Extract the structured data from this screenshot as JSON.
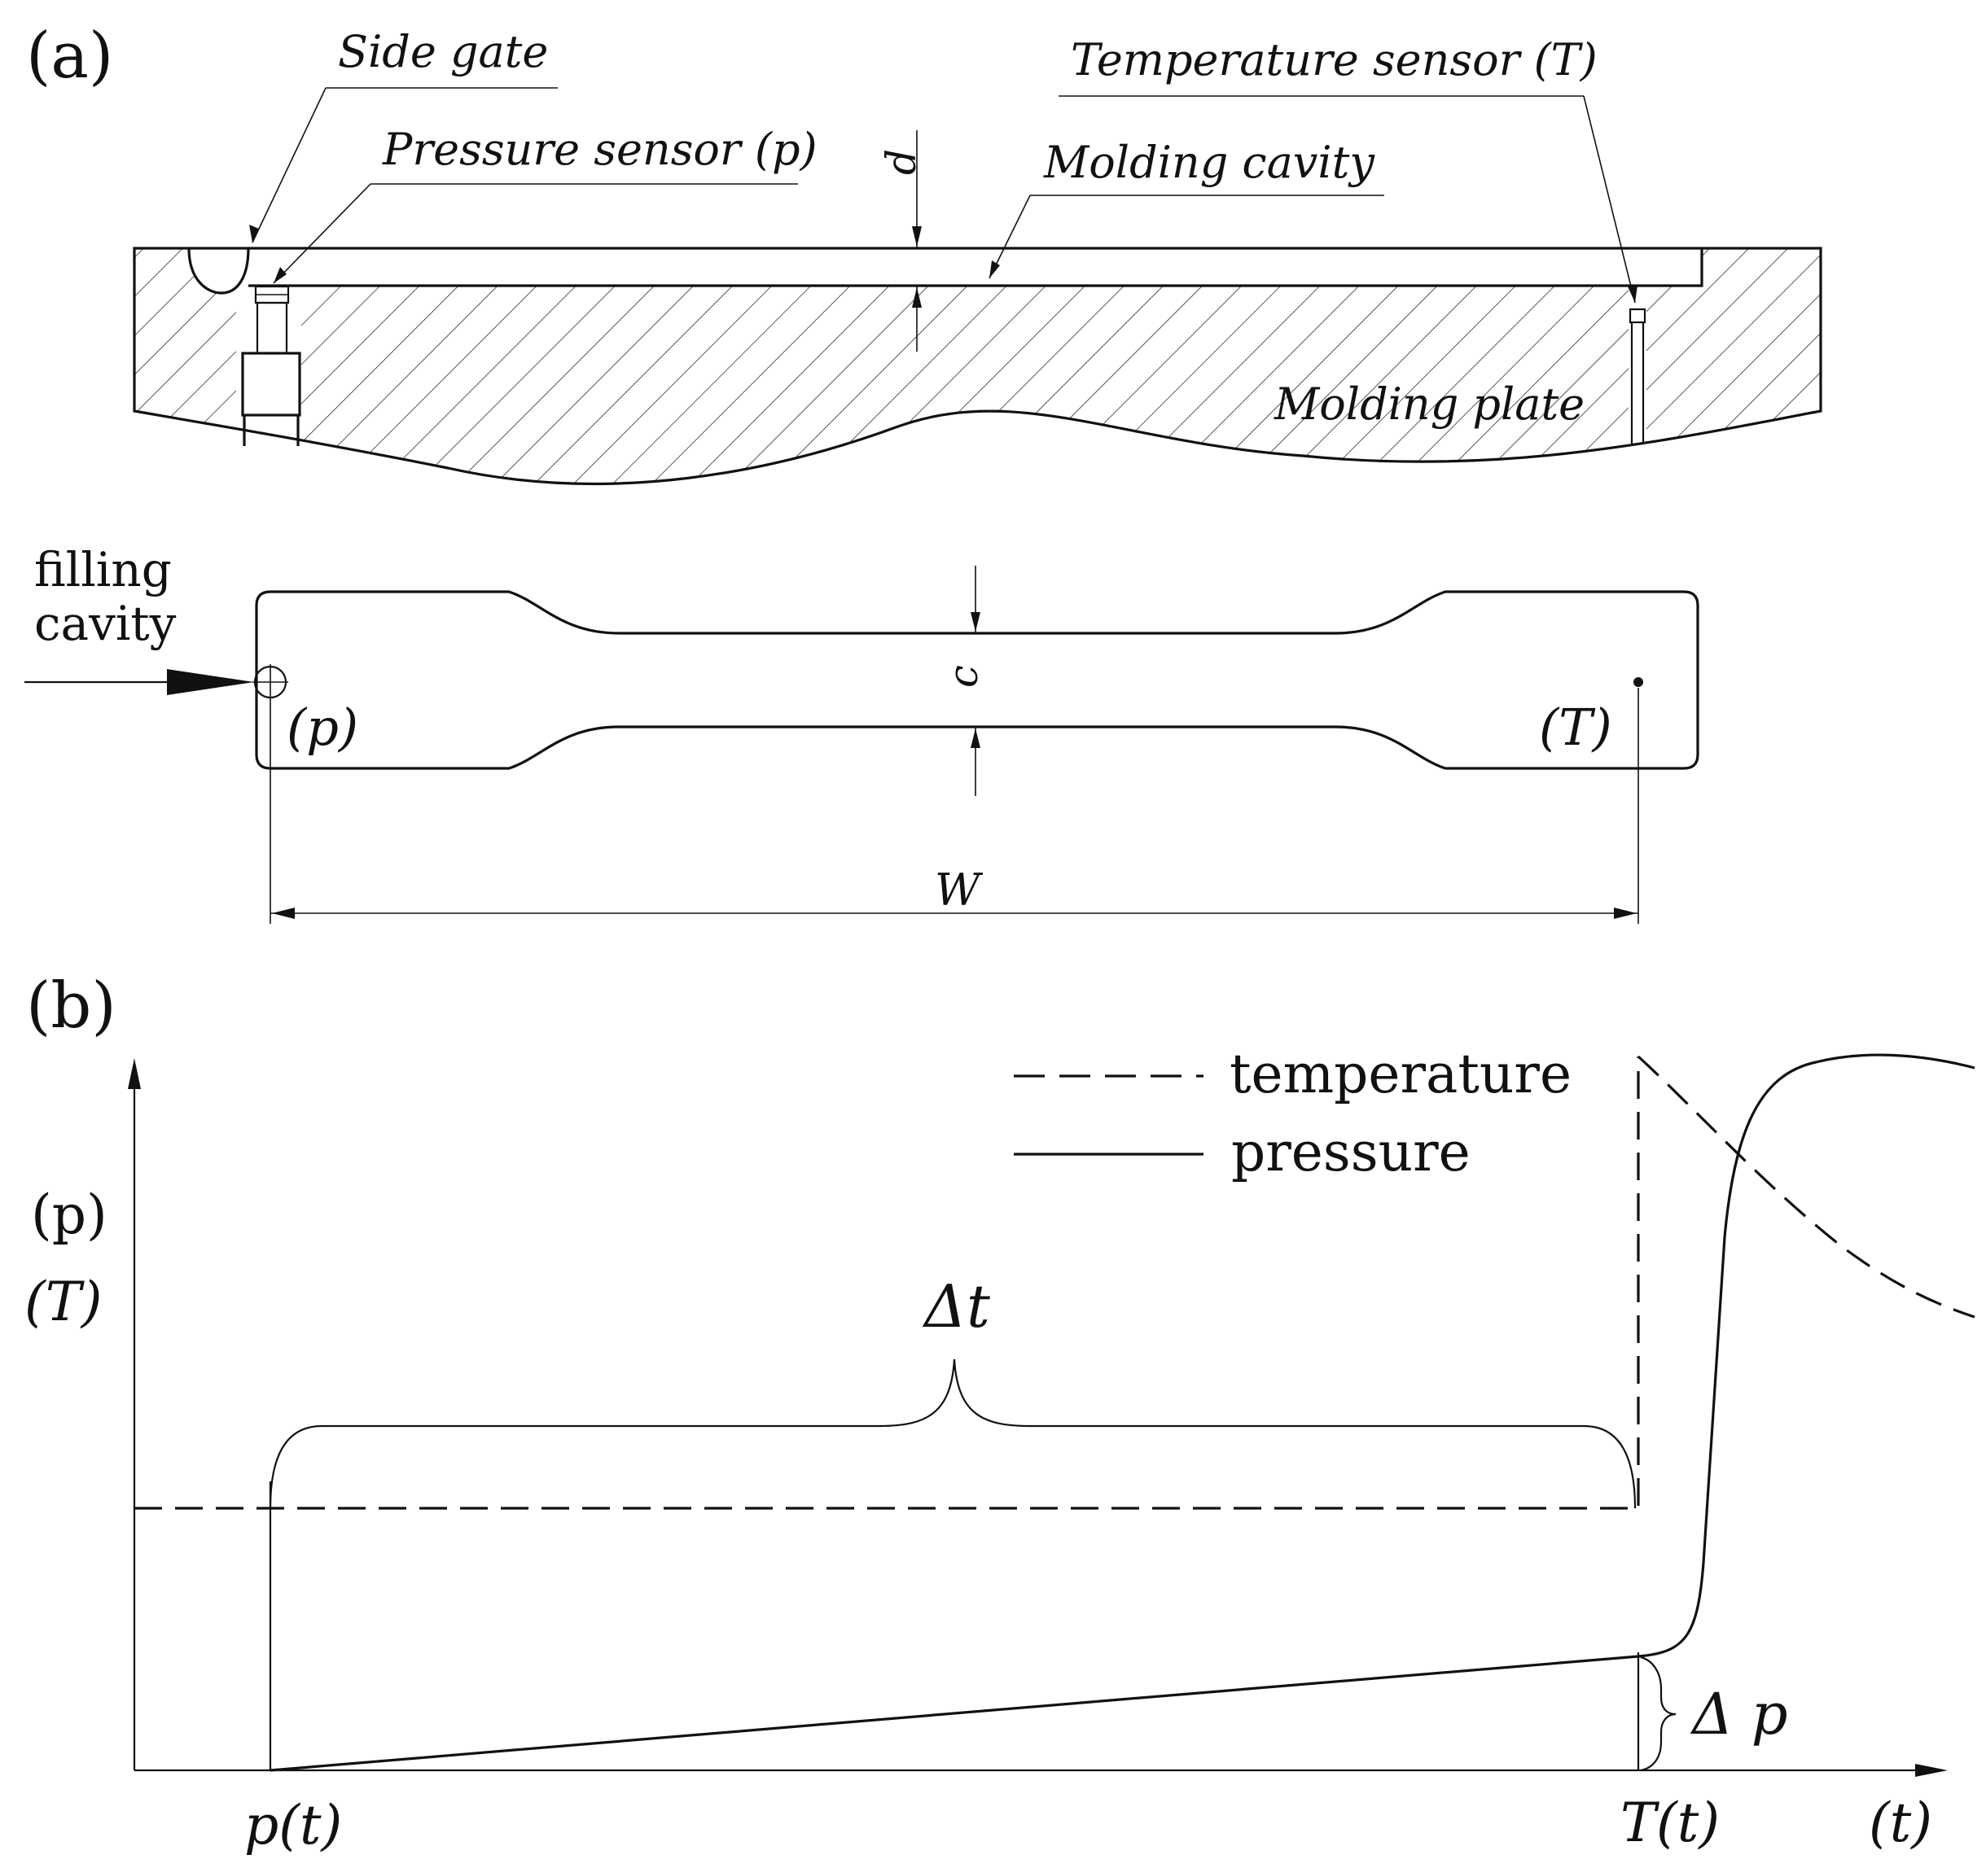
{
  "panel_a": {
    "label": "(a)",
    "callouts": {
      "side_gate": "Side gate",
      "pressure_sensor": "Pressure sensor (p)",
      "temperature_sensor": "Temperature sensor (T)",
      "molding_cavity": "Molding cavity",
      "molding_plate": "Molding plate"
    },
    "dimensions": {
      "thickness": "d",
      "width": "c",
      "distance": "W"
    },
    "inlet": {
      "line1": "filling",
      "line2": "cavity"
    },
    "sensor_marks": {
      "pressure": "(p)",
      "temperature": "(T)"
    }
  },
  "panel_b": {
    "label": "(b)",
    "y_axis": {
      "line1": "(p)",
      "line2": "(T)"
    },
    "x_axis": {
      "label": "(t)",
      "tick_p": "p(t)",
      "tick_t": "T(t)"
    },
    "legend": {
      "temperature": "temperature",
      "pressure": "pressure"
    },
    "annotations": {
      "delta_t": "Δt",
      "delta_p": "Δ p"
    }
  },
  "colors": {
    "ink": "#111111",
    "background": "#ffffff"
  }
}
